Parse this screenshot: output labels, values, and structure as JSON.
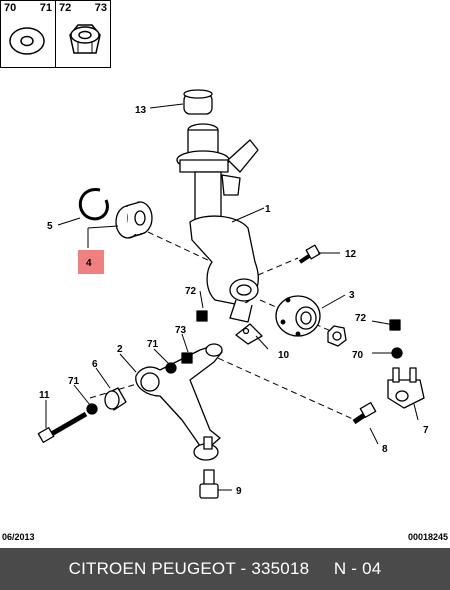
{
  "legend": {
    "left_box": {
      "labels": [
        "70",
        "71"
      ]
    },
    "right_box": {
      "labels": [
        "72",
        "73"
      ]
    }
  },
  "part_numbers": [
    "1",
    "2",
    "3",
    "4",
    "5",
    "6",
    "7",
    "8",
    "9",
    "10",
    "11",
    "12",
    "13",
    "70",
    "71",
    "71",
    "71",
    "72",
    "72",
    "73"
  ],
  "highlight_color": "#f08080",
  "footer": {
    "date": "06/2013",
    "code": "00018245",
    "brand": "CITROEN PEUGEOT - 335018",
    "ref": "N - 04"
  }
}
